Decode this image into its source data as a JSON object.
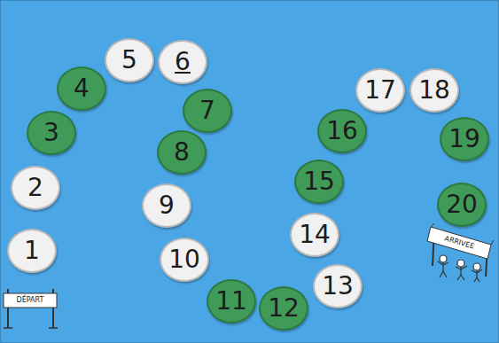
{
  "diagram": {
    "nodes": [
      {
        "text": [
          "1"
        ]
      },
      {
        "text": [
          "2"
        ]
      },
      {
        "text": [
          "3"
        ]
      },
      {
        "text": [
          "4"
        ]
      },
      {
        "text": [
          "5"
        ]
      },
      {
        "text": [
          "6"
        ]
      },
      {
        "text": [
          "7"
        ]
      },
      {
        "text": [
          "8"
        ]
      },
      {
        "text": [
          "9"
        ]
      },
      {
        "text": [
          "10"
        ]
      },
      {
        "text": [
          "11"
        ]
      },
      {
        "text": [
          "12"
        ]
      },
      {
        "text": [
          "13"
        ]
      },
      {
        "text": [
          "14"
        ]
      },
      {
        "text": [
          "15"
        ]
      },
      {
        "text": [
          "16"
        ]
      },
      {
        "text": [
          "17"
        ]
      },
      {
        "text": [
          "18"
        ]
      },
      {
        "text": [
          "19"
        ]
      },
      {
        "text": [
          "20"
        ]
      }
    ],
    "labels": [
      "DÉPART",
      "ARRIVÉE"
    ]
  }
}
